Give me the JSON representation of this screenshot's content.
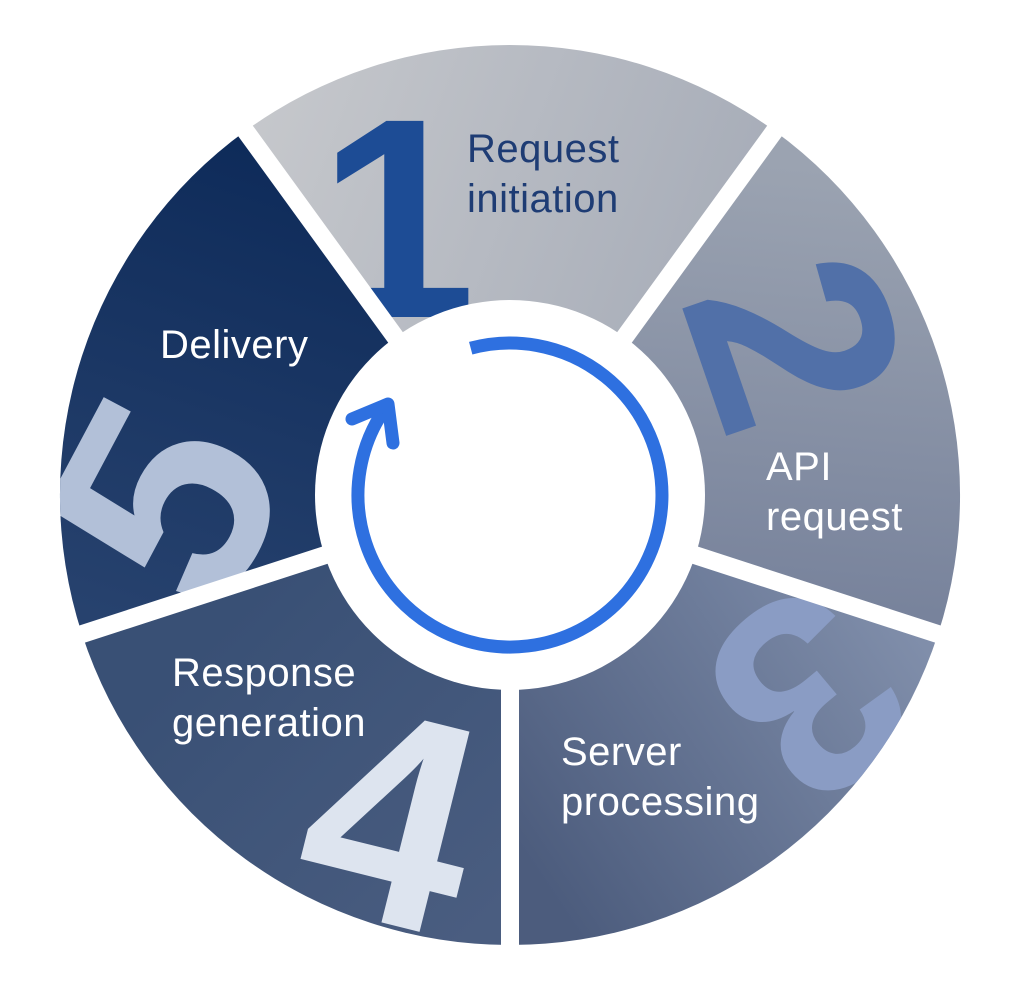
{
  "diagram": {
    "type": "circular-process-cycle",
    "step_count": 5,
    "background_color": "#ffffff",
    "steps": [
      {
        "number": "1",
        "label": "Request initiation",
        "label_line1": "Request",
        "label_line2": "initiation",
        "label_color": "#1e3c74",
        "number_color": "#1d4c95",
        "segment_color_from": "#c6c8cc",
        "segment_color_to": "#a5abb7"
      },
      {
        "number": "2",
        "label": "API request",
        "label_line1": "API",
        "label_line2": "request",
        "label_color": "#ffffff",
        "number_color": "#5170a8",
        "segment_color_from": "#9ba3b1",
        "segment_color_to": "#78839c"
      },
      {
        "number": "3",
        "label": "Server processing",
        "label_line1": "Server",
        "label_line2": "processing",
        "label_color": "#ffffff",
        "number_color": "#8a9cc4",
        "segment_color_from": "#8290ac",
        "segment_color_to": "#4c5c7d"
      },
      {
        "number": "4",
        "label": "Response generation",
        "label_line1": "Response",
        "label_line2": "generation",
        "label_color": "#ffffff",
        "number_color": "#dde4ef",
        "segment_color_from": "#395075",
        "segment_color_to": "#4a5d80"
      },
      {
        "number": "5",
        "label": "Delivery",
        "label_line1": "Delivery",
        "label_line2": "",
        "label_color": "#ffffff",
        "number_color": "#c9d3e3",
        "number_color_from": "#b2c0d8",
        "number_color_to": "#e4e9f1",
        "segment_color_from": "#0d2a59",
        "segment_color_to": "#27426e"
      }
    ],
    "center": {
      "icon": "cycle-arrow-icon",
      "arrow_color": "#2e70e0",
      "hub_color": "#ffffff"
    },
    "divider_color": "#ffffff"
  }
}
